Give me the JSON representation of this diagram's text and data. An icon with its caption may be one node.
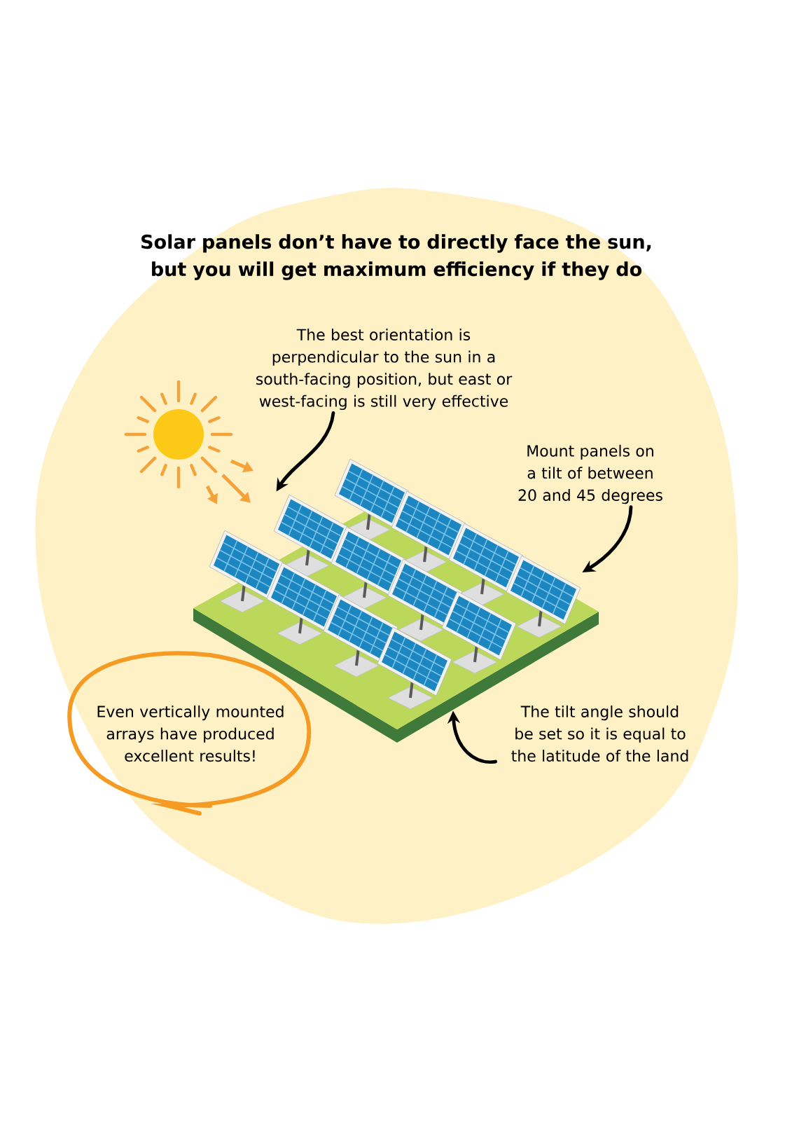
{
  "diagram": {
    "title": "Solar panels don’t have to directly face the sun, but you will get maximum efficiency if they do",
    "nodes": [
      {
        "text": [
          "The best orientation is perpendicular to the sun in a south-facing position, but east or west-facing is still very effective"
        ]
      },
      {
        "text": [
          "Mount panels on a tilt of between 20 and 45 degrees"
        ]
      },
      {
        "text": [
          "The tilt angle should be set so it is equal to the latitude of the land"
        ]
      },
      {
        "text": [
          "Even vertically mounted arrays have produced excellent results!"
        ]
      },
      {
        "text": [],
        "shape": "picture"
      }
    ],
    "edges": [
      {
        "from": 0,
        "to": 4,
        "arrow": "to"
      },
      {
        "from": 1,
        "to": 4,
        "arrow": "to"
      },
      {
        "from": 2,
        "to": 4,
        "arrow": "to"
      }
    ]
  }
}
